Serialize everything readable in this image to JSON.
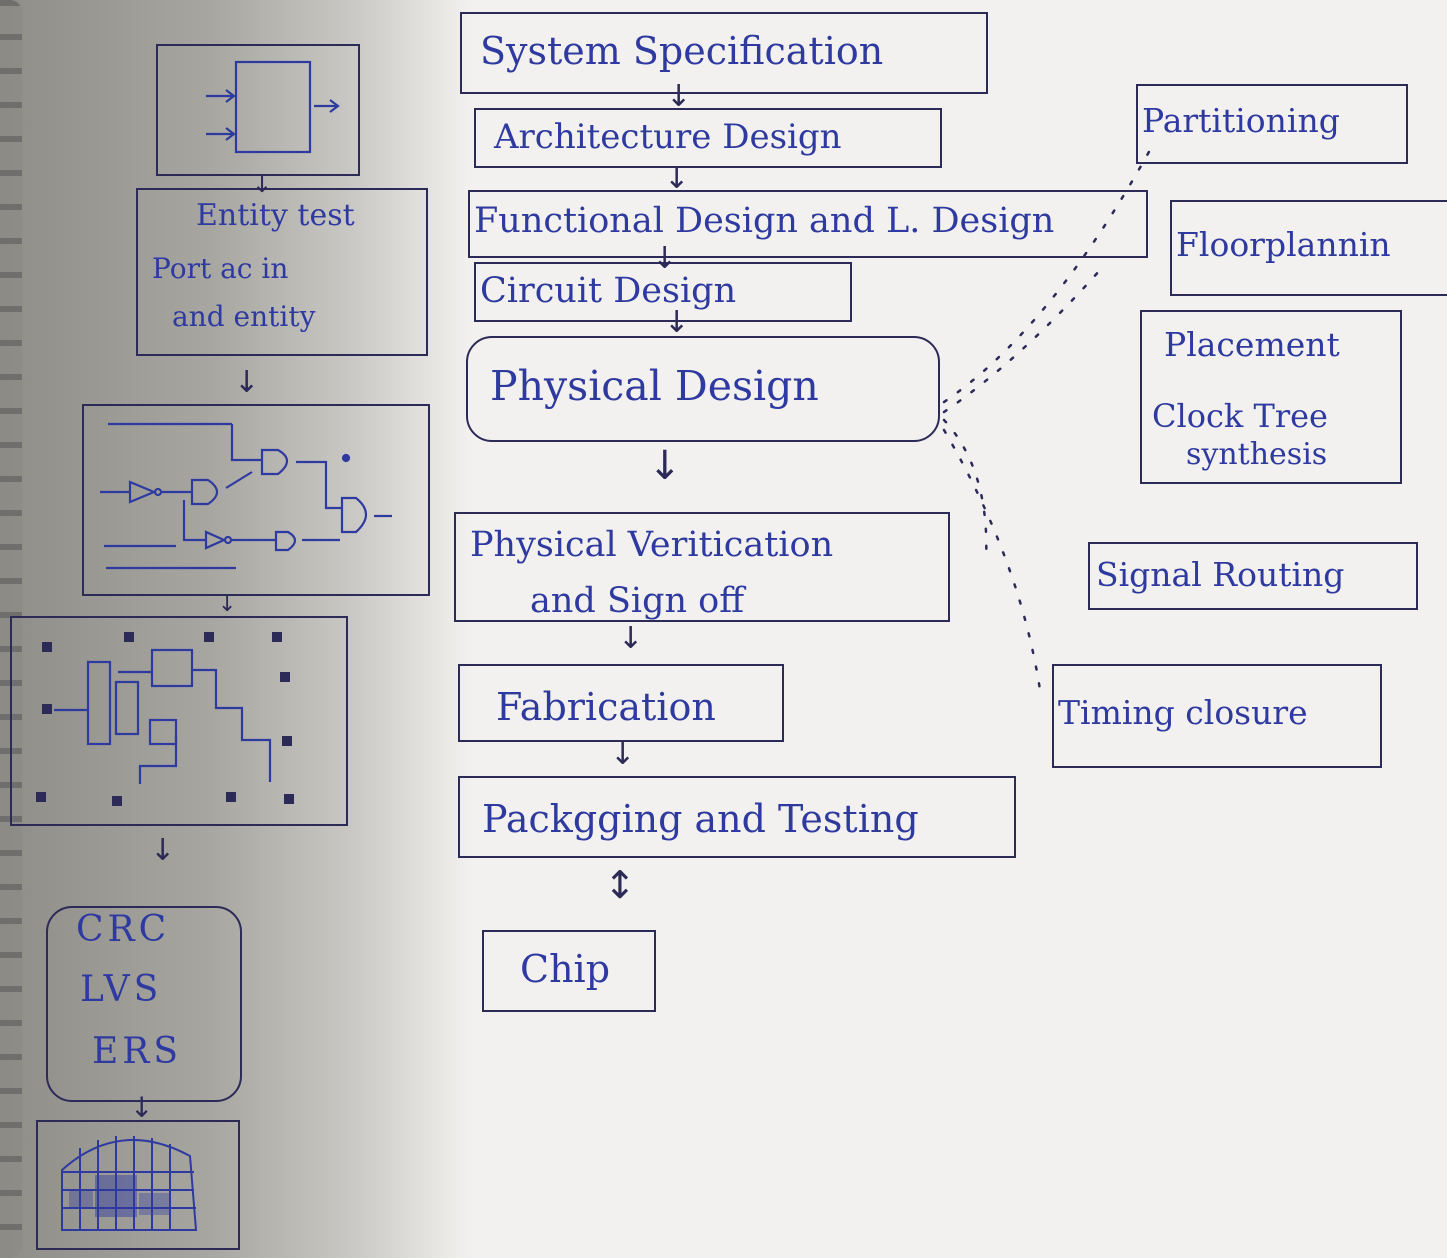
{
  "flow": {
    "system_specification": "System Specification",
    "architecture_design": "Architecture Design",
    "functional_design": "Functional Design and L. Design",
    "circuit_design": "Circuit Design",
    "physical_design": "Physical Design",
    "verification_line1": "Physical Veritication",
    "verification_line2": "and Sign off",
    "fabrication": "Fabrication",
    "packaging": "Packgging and Testing",
    "chip": "Chip"
  },
  "physical_steps": {
    "partitioning": "Partitioning",
    "floorplanning": "Floorplannin",
    "placement": "Placement",
    "cts_line1": "Clock Tree",
    "cts_line2": "synthesis",
    "routing": "Signal Routing",
    "timing": "Timing closure"
  },
  "left": {
    "entity_line1": "Entity test",
    "entity_line2": "Port ac in",
    "entity_line3": "and entity",
    "drc_line1": "CRC",
    "drc_line2": "LVS",
    "drc_line3": "ERS"
  },
  "icons": [
    "entity-block-icon",
    "gate-schematic-icon",
    "layout-icon",
    "wafer-icon"
  ],
  "colors": {
    "ink": "#2c2a57",
    "pen": "#2f3aa0",
    "paper": "#f2f1ef"
  }
}
